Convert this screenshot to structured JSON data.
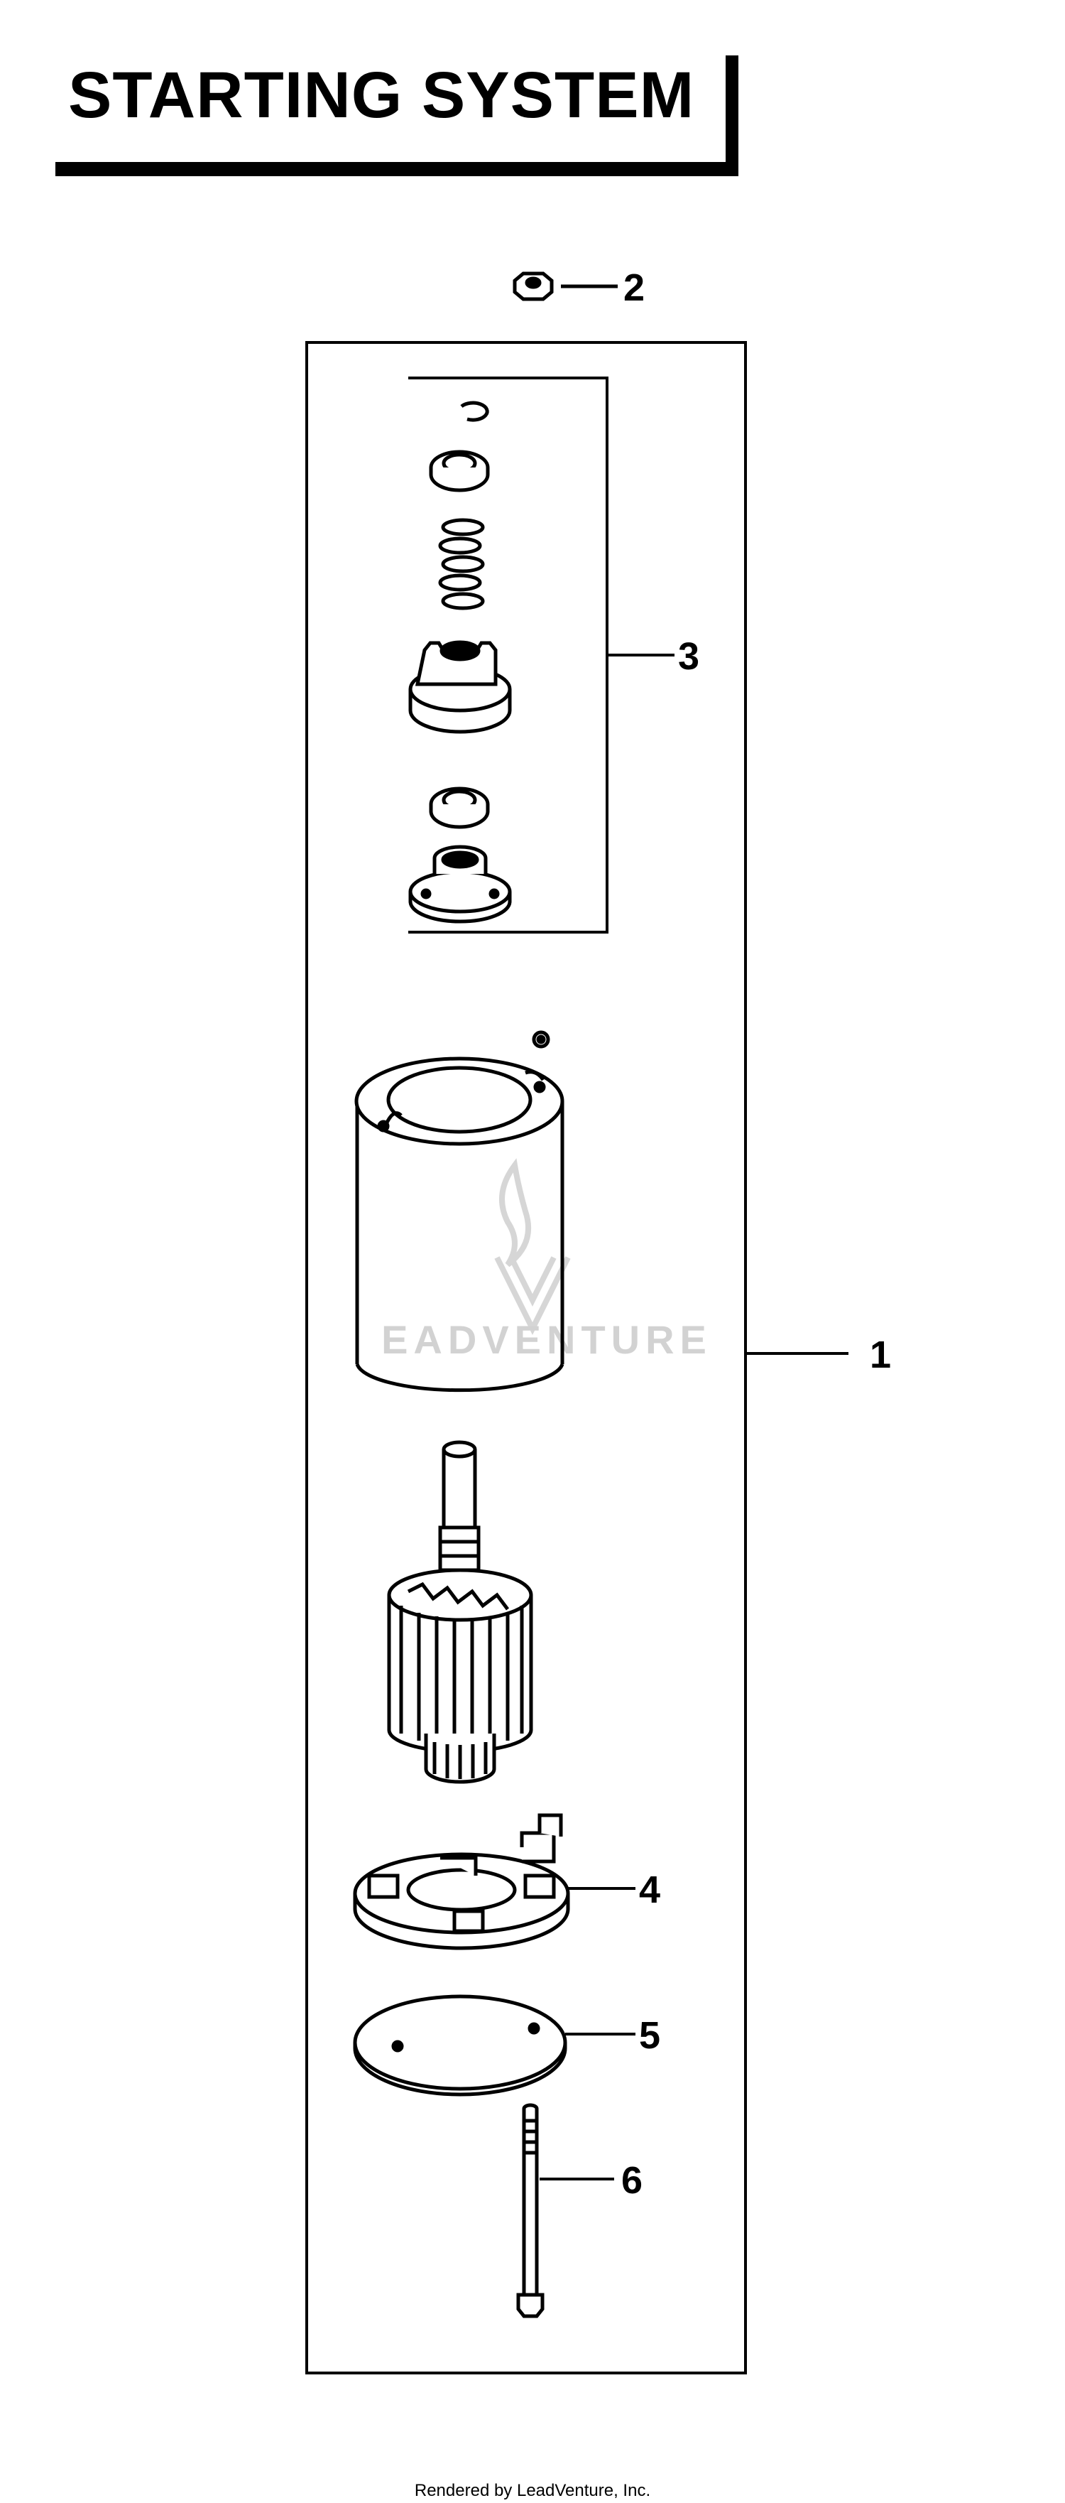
{
  "title": "STARTING SYSTEM",
  "callouts": [
    "1",
    "2",
    "3",
    "4",
    "5",
    "6"
  ],
  "watermark": "EADVENTURE",
  "footer": "Rendered by LeadVenture, Inc.",
  "colors": {
    "ink": "#000000",
    "watermark": "#d2d2d2",
    "background": "#ffffff"
  }
}
